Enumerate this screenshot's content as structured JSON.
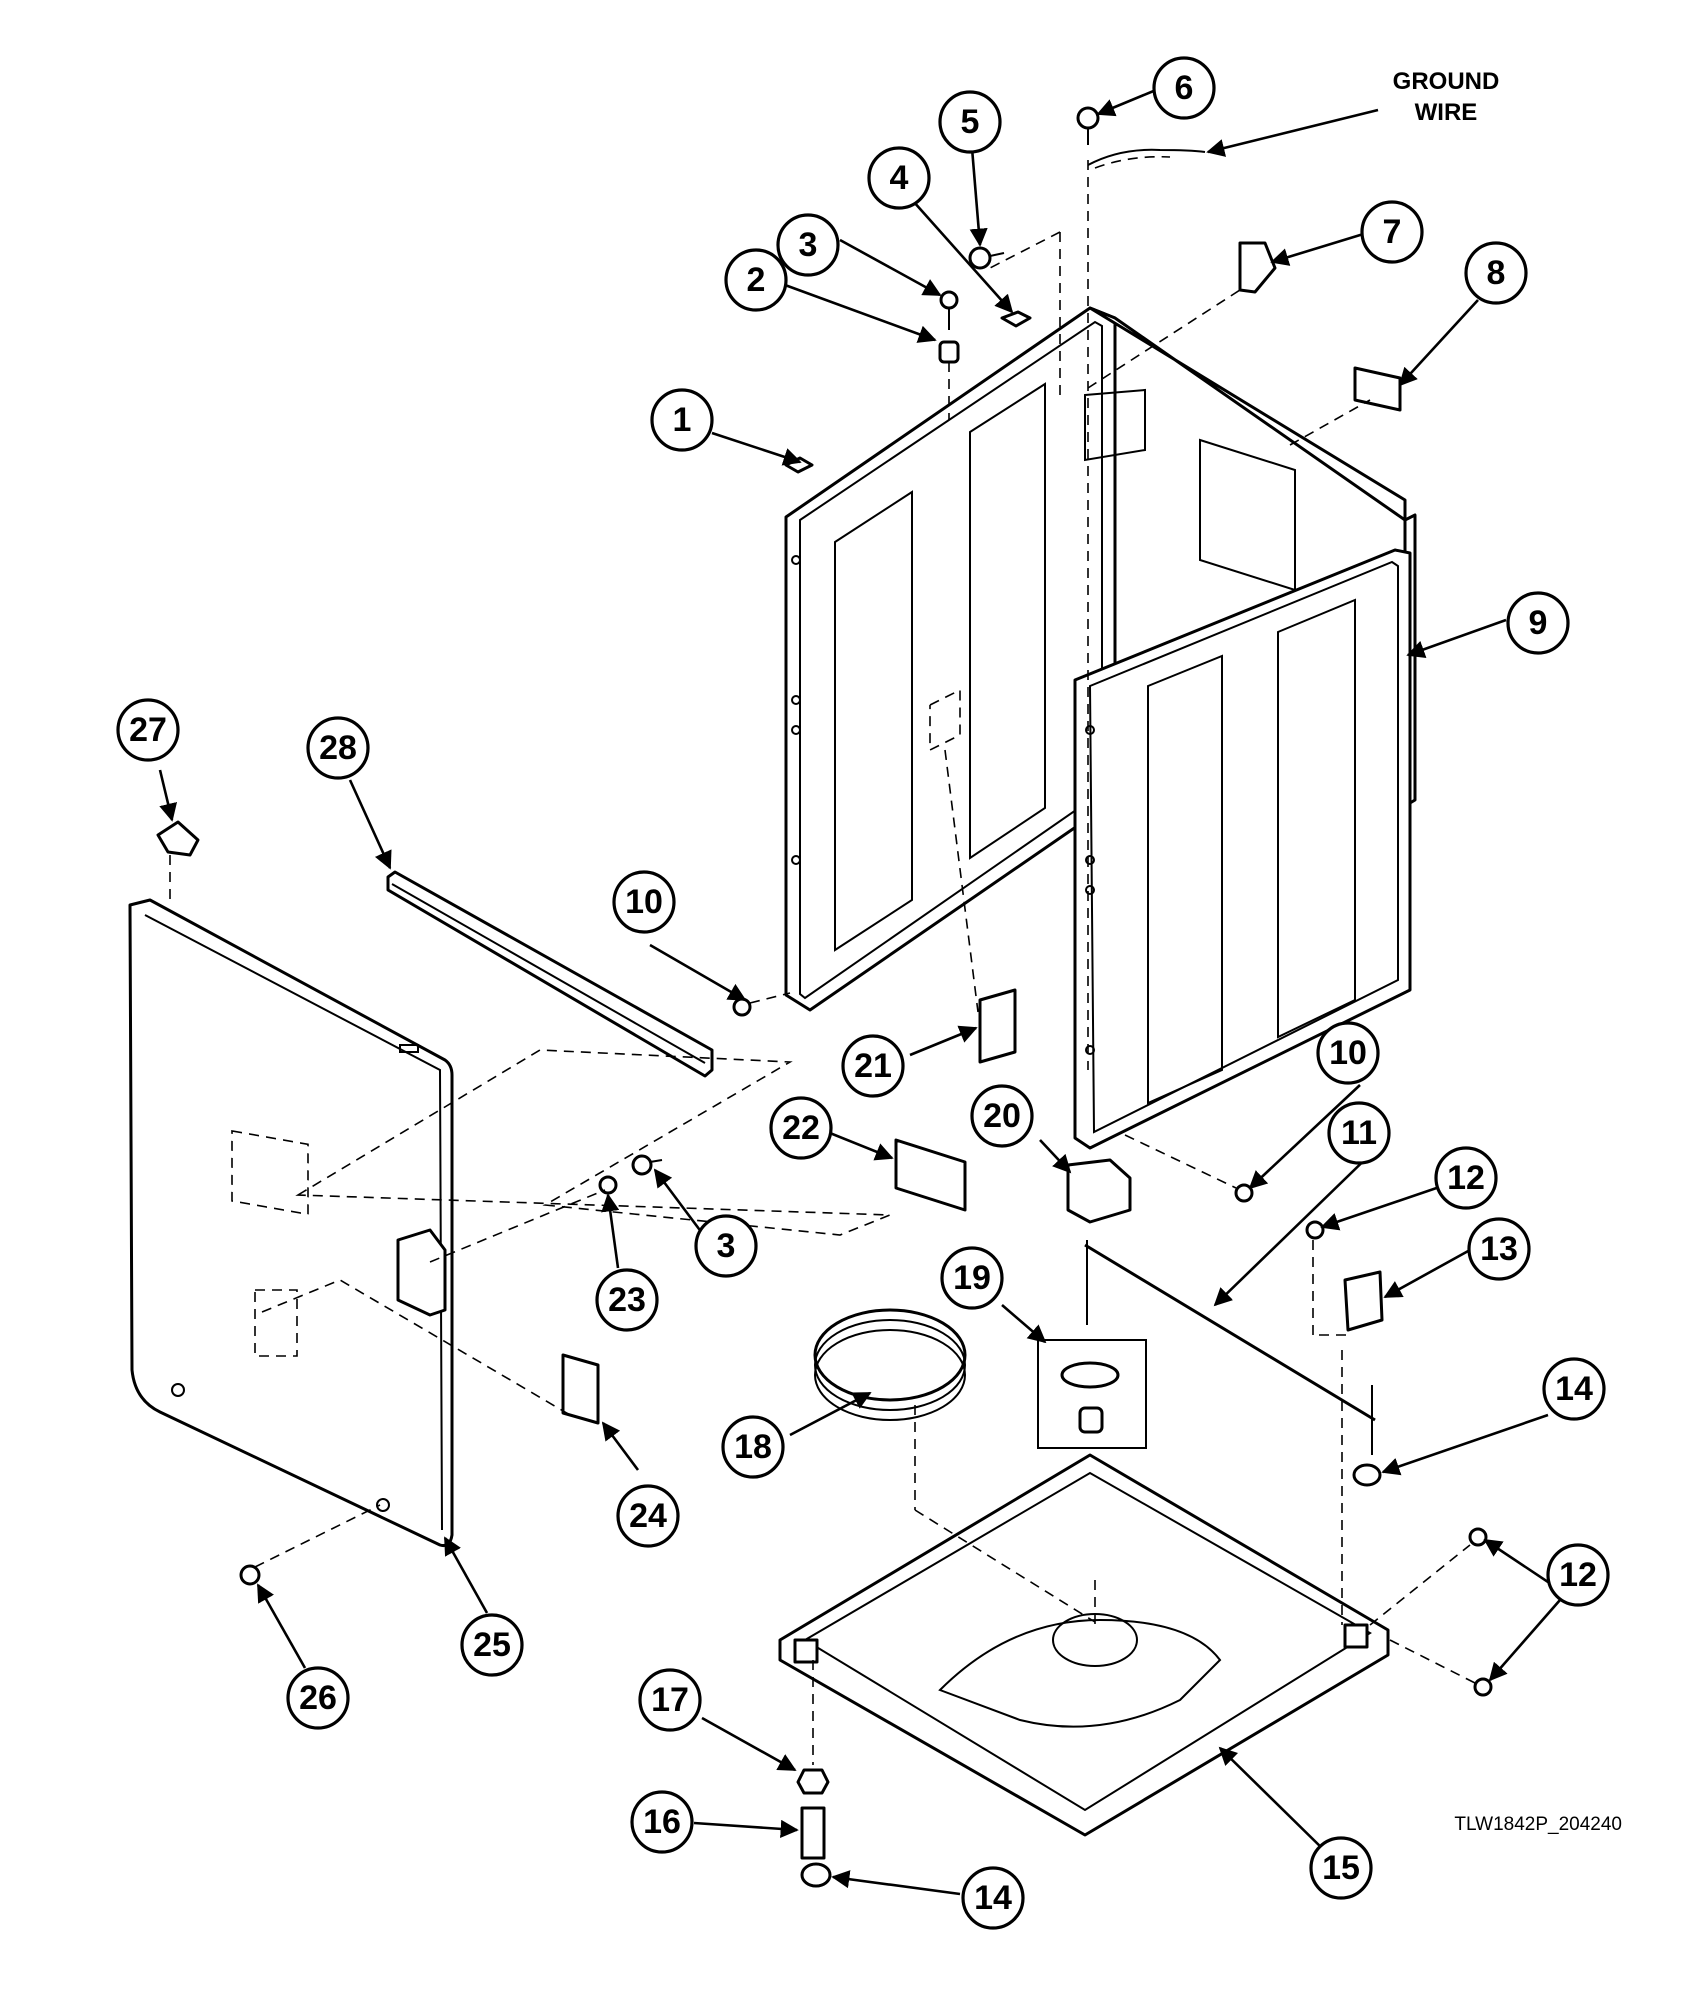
{
  "diagram": {
    "ground_wire_label": [
      "GROUND",
      "WIRE"
    ],
    "drawing_code": "TLW1842P_204240",
    "callouts": [
      "1",
      "2",
      "3",
      "4",
      "5",
      "6",
      "7",
      "8",
      "9",
      "10",
      "27",
      "28",
      "10",
      "21",
      "22",
      "20",
      "11",
      "12",
      "3",
      "23",
      "13",
      "19",
      "14",
      "18",
      "24",
      "25",
      "12",
      "26",
      "17",
      "16",
      "15",
      "14"
    ]
  }
}
